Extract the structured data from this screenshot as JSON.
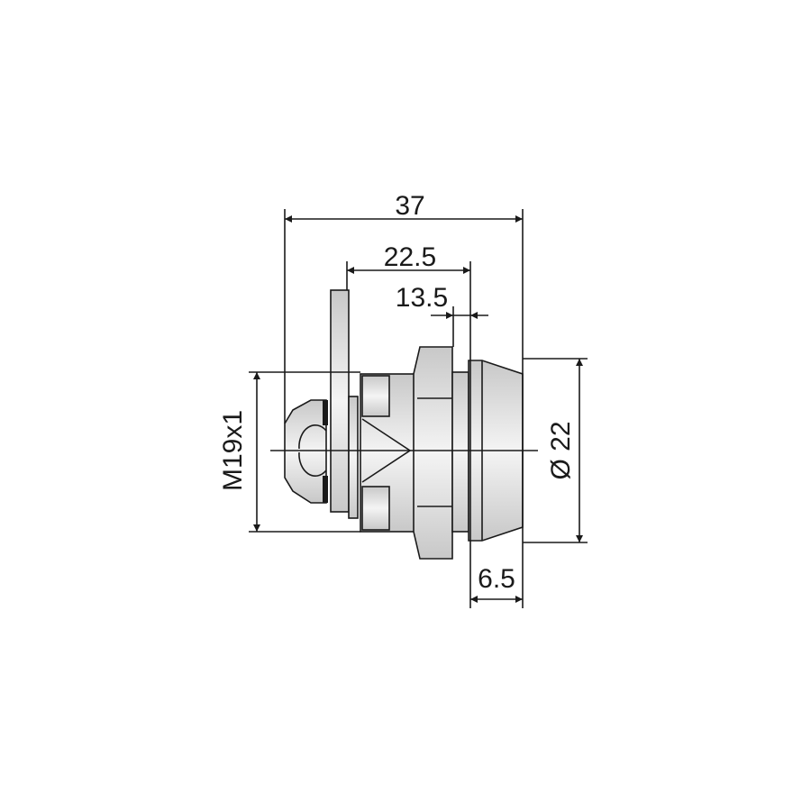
{
  "drawing": {
    "dimensions": {
      "overall_length": "37",
      "cam_to_nut": "22.5",
      "nut_offset": "13.5",
      "thread": "M19x1",
      "flange_diameter": "Ø 22",
      "flange_thickness": "6.5"
    },
    "colors": {
      "line": "#1a1a1a",
      "metal_light": "#f2f2f2",
      "metal_dark": "#c8c8c8"
    }
  }
}
